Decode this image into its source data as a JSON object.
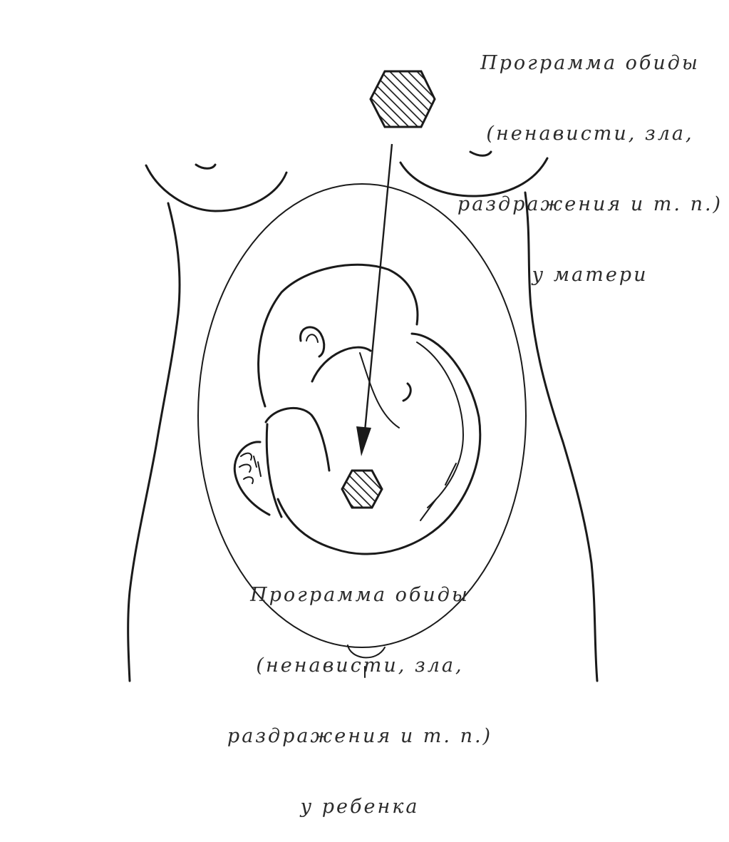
{
  "labels": {
    "mother": [
      "Программа обиды",
      "(ненависти, зла,",
      "раздражения и т. п.)",
      "у матери"
    ],
    "child": [
      "Программа обиды",
      "(ненависти, зла,",
      "раздражения и т. п.)",
      "у ребенка"
    ]
  },
  "colors": {
    "ink": "#1a1a1a",
    "text": "#2b2b2b",
    "background": "#ffffff"
  },
  "icons": {
    "program_symbol": "hatched-hexagon-icon",
    "transfer": "arrow-down-icon"
  }
}
